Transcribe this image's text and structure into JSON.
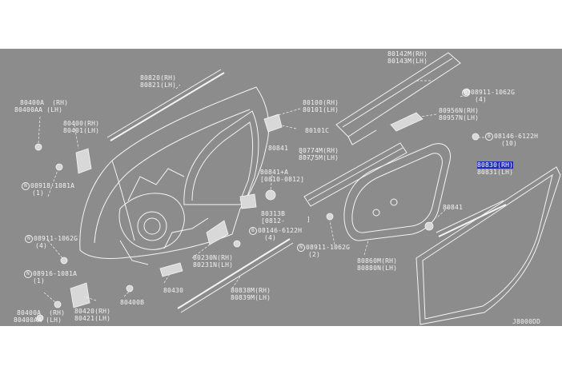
{
  "labels": {
    "p80820": "80820(RH)",
    "p80821": "80821(LH)",
    "p80400A": "80400A  (RH)",
    "p80400AA": "80400AA (LH)",
    "p80400": "80400(RH)",
    "p80401": "80401(LH)",
    "p80100": "80100(RH)",
    "p80101": "80101(LH)",
    "p80142M": "80142M(RH)",
    "p80143M": "80143M(LH)",
    "n08911_top": "08911-1062G",
    "n08911_top_qty": "(4)",
    "p80956N": "80956N(RH)",
    "p80957N": "80957N(LH)",
    "p80101C": "80101C",
    "p80841_a": "80841",
    "p80774M": "80774M(RH)",
    "p80775M": "80775M(LH)",
    "b08146_top": "08146-6122H",
    "b08146_top_qty": "(10)",
    "p80830": "80830(RH)",
    "p80831": "80831(LH)",
    "n08918": "08918-1081A",
    "n08918_qty": "(1)",
    "p80841A": "80841+A",
    "p80841A_range": "[0810-0812]",
    "p80313B": "80313B",
    "p80313B_range": "[0812-",
    "p80313B_close": "]",
    "p80841_b": "80841",
    "b08146_mid": "08146-6122H",
    "b08146_mid_qty": "(4)",
    "n08911_left": "08911-1062G",
    "n08911_left_qty": "(4)",
    "n08911_mid": "08911-1062G",
    "n08911_mid_qty": "(2)",
    "p80860M": "80860M(RH)",
    "p80880N": "80880N(LH)",
    "p80230N": "80230N(RH)",
    "p80231N": "80231N(LH)",
    "n08916": "08916-1081A",
    "n08916_qty": "(1)",
    "p80838M": "80838M(RH)",
    "p80839M": "80839M(LH)",
    "p80430": "80430",
    "p80420": "80420(RH)",
    "p80421": "80421(LH)",
    "p80400B": "80400B",
    "p80400A_b": "80400A  (RH)",
    "p80400AA_b": "80400AA (LH)",
    "diagram_code": "J8000DD",
    "circle_n": "N",
    "circle_b": "B"
  },
  "colors": {
    "background": "#8c8c8c",
    "linework": "#f4f4f4",
    "highlight": "#1d2fb0"
  }
}
